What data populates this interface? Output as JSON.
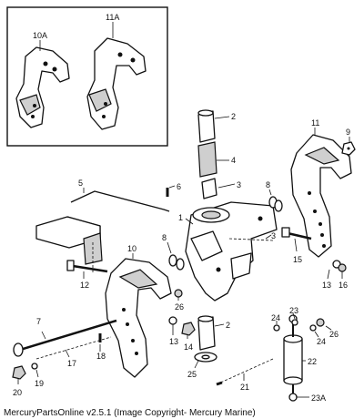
{
  "diagram": {
    "caption": "MercuryPartsOnline v2.5.1 (Image Copyright- Mercury Marine)",
    "callouts": {
      "c10A": "10A",
      "c11A": "11A",
      "c1": "1",
      "c2a": "2",
      "c2b": "2",
      "c3a": "3",
      "c3b": "3",
      "c4": "4",
      "c5": "5",
      "c6": "6",
      "c7": "7",
      "c8a": "8",
      "c8b": "8",
      "c9": "9",
      "c10": "10",
      "c11": "11",
      "c12": "12",
      "c13a": "13",
      "c13b": "13",
      "c14": "14",
      "c15": "15",
      "c16": "16",
      "c17": "17",
      "c18": "18",
      "c19": "19",
      "c20": "20",
      "c21": "21",
      "c22": "22",
      "c23": "23",
      "c23A": "23A",
      "c24a": "24",
      "c24b": "24",
      "c25": "25",
      "c26a": "26",
      "c26b": "26"
    }
  }
}
